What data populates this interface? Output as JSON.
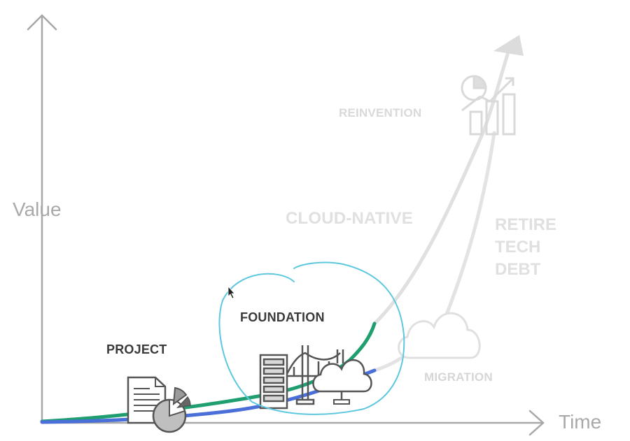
{
  "axes": {
    "y_label": "Value",
    "x_label": "Time"
  },
  "stages": {
    "project": "PROJECT",
    "foundation": "FOUNDATION",
    "migration": "MIGRATION",
    "cloud_native": "CLOUD-NATIVE",
    "reinvention": "REINVENTION",
    "retire_tech_debt": [
      "RETIRE",
      "TECH",
      "DEBT"
    ]
  },
  "colors": {
    "axis": "#a8a8a8",
    "active_text": "#3a3a3a",
    "faded_text": "#d9d9d9",
    "green_path": "#1f9e70",
    "blue_path": "#4a6fd8",
    "faded_path": "#dedede",
    "annotation_circle": "#5ec7e0"
  },
  "icons": [
    "document-icon",
    "pie-chart-icon",
    "server-rack-icon",
    "bridge-icon",
    "cloud-icon",
    "growth-chart-icon"
  ]
}
